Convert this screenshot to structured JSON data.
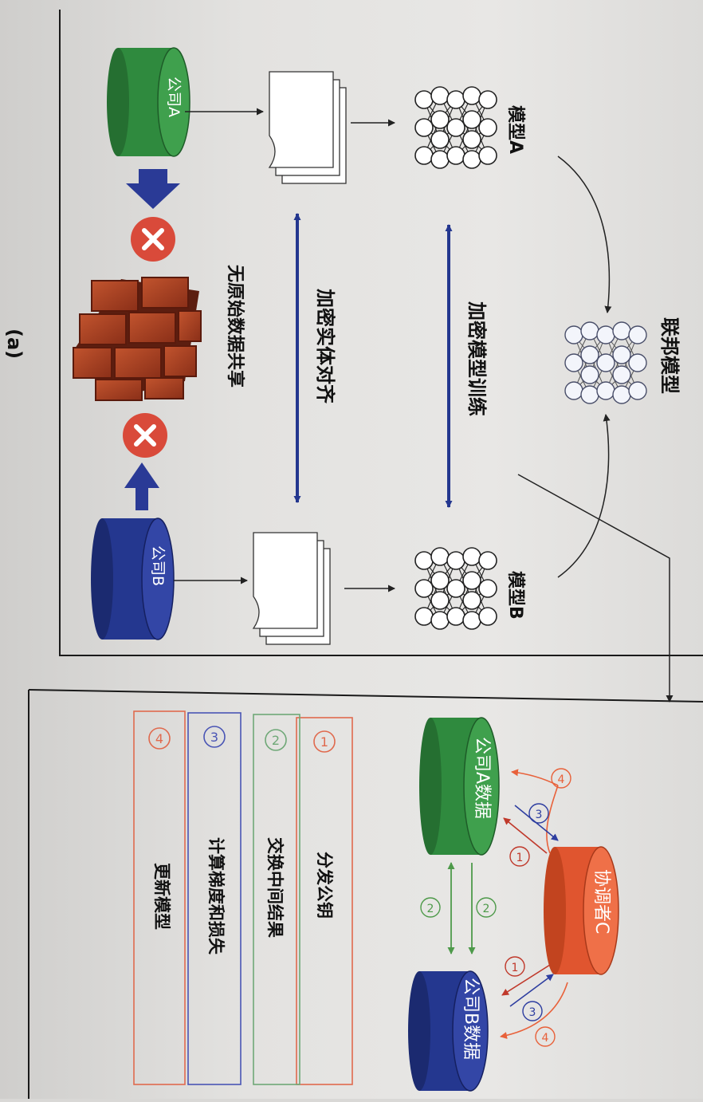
{
  "figure_label": "(a)",
  "top_panel": {
    "title": "联邦模型",
    "company_a": "公司A",
    "company_b": "公司B",
    "model_a": "模型A",
    "model_b": "模型B",
    "encrypted_training": "加密模型训练",
    "entity_alignment": "加密实体对齐",
    "no_raw_sharing": "无原始数据共享"
  },
  "bottom_panel": {
    "coordinator": "协调者C",
    "company_a_data": "公司A数据",
    "company_b_data": "公司B数据",
    "step_1_num": "1",
    "step_2_num": "2",
    "step_3_num": "3",
    "step_4_num": "4",
    "legend": [
      {
        "num": "1",
        "label": "分发公钥"
      },
      {
        "num": "2",
        "label": "交换中间结果"
      },
      {
        "num": "3",
        "label": "计算梯度和损失"
      },
      {
        "num": "4",
        "label": "更新模型"
      }
    ]
  },
  "colors": {
    "green": "#2f8a3e",
    "blue": "#24378f",
    "orange": "#e8613a",
    "red": "#d94a3a",
    "legend_green": "#6fa877",
    "legend_blue": "#4a55b5"
  }
}
